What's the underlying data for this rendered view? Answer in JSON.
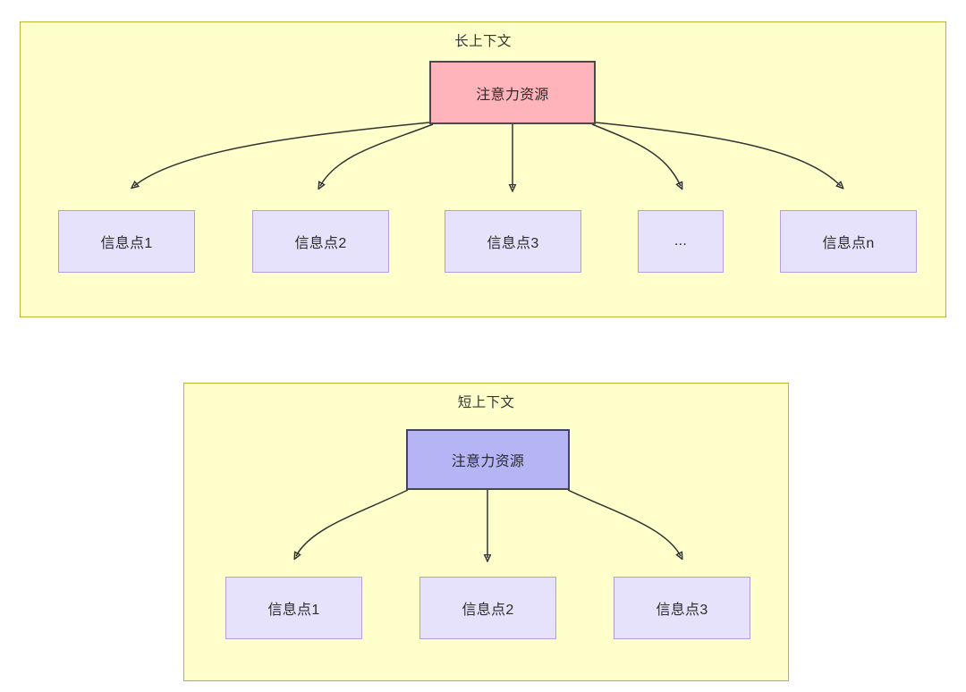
{
  "diagram": {
    "panels": [
      {
        "id": "long-context",
        "title": "长上下文",
        "hub": {
          "label": "注意力资源",
          "fill": "#ffb3ba",
          "stroke": "#4a4a4a"
        },
        "targets": [
          {
            "label": "信息点1"
          },
          {
            "label": "信息点2"
          },
          {
            "label": "信息点3"
          },
          {
            "label": "..."
          },
          {
            "label": "信息点n"
          }
        ]
      },
      {
        "id": "short-context",
        "title": "短上下文",
        "hub": {
          "label": "注意力资源",
          "fill": "#b5b5f5",
          "stroke": "#45455a"
        },
        "targets": [
          {
            "label": "信息点1"
          },
          {
            "label": "信息点2"
          },
          {
            "label": "信息点3"
          }
        ]
      }
    ],
    "colors": {
      "panel_fill": "#ffffcc",
      "panel_stroke": "#b8b830",
      "info_fill": "#e6e2fb",
      "info_stroke": "#b79ce0",
      "edge_stroke": "#333333"
    }
  }
}
